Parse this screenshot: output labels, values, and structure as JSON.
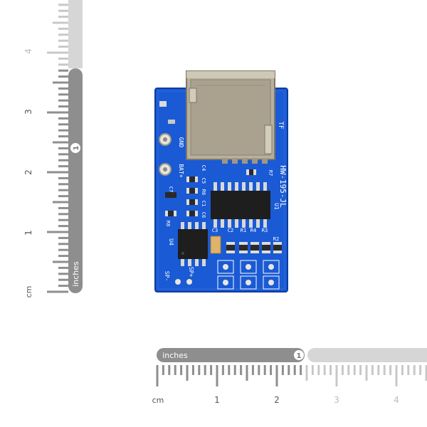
{
  "vertical_ruler": {
    "unit_cm": "cm",
    "unit_in": "inches",
    "cm_labels": [
      "1",
      "2",
      "3",
      "4"
    ],
    "inch_labels": [
      "1"
    ]
  },
  "horizontal_ruler": {
    "unit_cm": "cm",
    "unit_in": "inches",
    "cm_labels": [
      "1",
      "2",
      "3",
      "4"
    ],
    "inch_labels": [
      "1"
    ]
  },
  "board": {
    "silkscreen": {
      "model": "HW-195-JL",
      "tf_slot": "TF",
      "gnd": "GND",
      "batt": "BAT+",
      "spk_minus": "SP-",
      "spk_plus": "SP+",
      "u1": "U1",
      "u4": "U4",
      "components": [
        "R7",
        "C4",
        "C5",
        "R6",
        "C1",
        "C6",
        "C7",
        "R8",
        "C3",
        "C2",
        "R1",
        "R4",
        "R3",
        "R2"
      ]
    },
    "colors": {
      "pcb": "#1a5ad4",
      "metal": "#b8b09e",
      "chip": "#1e1e1e"
    }
  }
}
